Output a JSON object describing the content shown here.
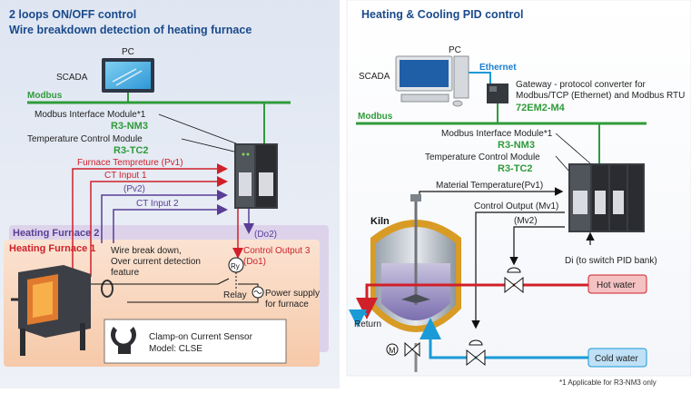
{
  "left": {
    "title_line1": "2 loops ON/OFF control",
    "title_line2": "Wire breakdown detection of heating furnace",
    "pc_label": "PC",
    "scada_label": "SCADA",
    "modbus_label": "Modbus",
    "modbus_interface_label": "Modbus Interface Module*1",
    "nm3_model": "R3-NM3",
    "temp_control_label": "Temperature Control Module",
    "tc2_model": "R3-TC2",
    "furnace_temp": "Furnace Tempreture (Pv1)",
    "ct_input1": "CT Input 1",
    "pv2": "(Pv2)",
    "ct_input2": "CT Input 2",
    "do2": "(Do2)",
    "heating_furnace2": "Heating Furnace 2",
    "heating_furnace1": "Heating Furnace 1",
    "wire_break_line1": "Wire break down,",
    "wire_break_line2": "Over current detection",
    "wire_break_line3": "feature",
    "control_output3": "Control Output 3",
    "do1": "(Do1)",
    "ry": "Ry",
    "relay": "Relay",
    "power_supply_line1": "Power supply",
    "power_supply_line2": "for furnace",
    "clamp_line1": "Clamp-on Current Sensor",
    "clamp_line2": "Model: CLSE"
  },
  "right": {
    "title": "Heating & Cooling PID control",
    "pc_label": "PC",
    "scada_label": "SCADA",
    "ethernet_label": "Ethernet",
    "gateway_line1": "Gateway - protocol converter for",
    "gateway_line2": "Modbus/TCP (Ethernet) and Modbus RTU",
    "gateway_model": "72EM2-M4",
    "modbus_label": "Modbus",
    "modbus_interface_label": "Modbus Interface Module*1",
    "nm3_model": "R3-NM3",
    "temp_control_label": "Temperature Control Module",
    "tc2_model": "R3-TC2",
    "material_temp": "Material Temperature(Pv1)",
    "control_output": "Control Output (Mv1)",
    "mv2": "(Mv2)",
    "kiln": "Kiln",
    "di_label": "Di (to switch PID bank)",
    "hot_water": "Hot water",
    "return_label": "Return",
    "cold_water": "Cold water"
  },
  "footnote": "*1 Applicable for R3-NM3 only",
  "colors": {
    "modbus_green": "#2f9b3a",
    "title_blue": "#1a4a8c",
    "red": "#d0202a",
    "purple": "#5a3d96",
    "ethernet_blue": "#1a9ad6",
    "hot_water_fill": "#f4c2c2",
    "cold_water_fill": "#bfe0f6"
  }
}
